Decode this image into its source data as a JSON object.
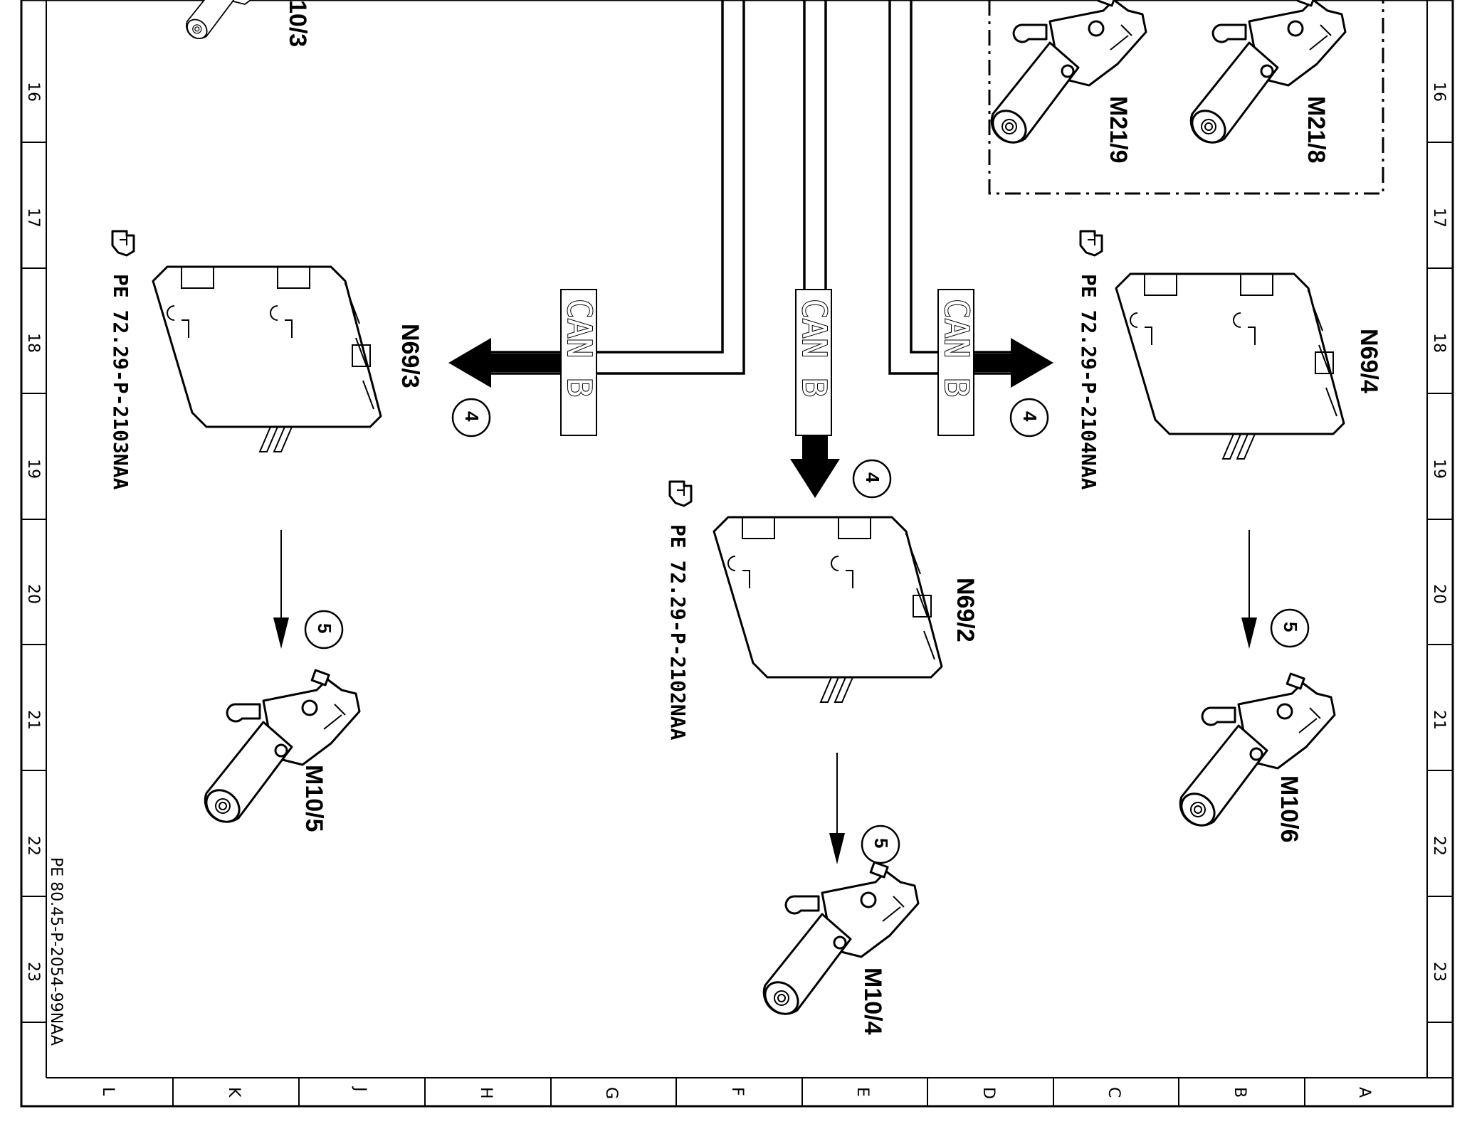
{
  "grid": {
    "side_rows": [
      "16",
      "17",
      "18",
      "19",
      "20",
      "21",
      "22",
      "23"
    ],
    "bottom_cols": [
      "L",
      "K",
      "J",
      "H",
      "G",
      "F",
      "E",
      "D",
      "C",
      "B",
      "A"
    ]
  },
  "components": {
    "n69_3": {
      "label": "N69/3",
      "ref": "PE 72.29-P-2103NAA"
    },
    "n69_2": {
      "label": "N69/2",
      "ref": "PE 72.29-P-2102NAA"
    },
    "n69_4": {
      "label": "N69/4",
      "ref": "PE 72.29-P-2104NAA"
    },
    "m10_3": {
      "label": "10/3"
    },
    "m10_5": {
      "label": "M10/5"
    },
    "m10_4": {
      "label": "M10/4"
    },
    "m10_6": {
      "label": "M10/6"
    },
    "m21_9": {
      "label": "M21/9"
    },
    "m21_8": {
      "label": "M21/8"
    }
  },
  "bus": {
    "label": "CAN B"
  },
  "callouts": {
    "can": "4",
    "motor": "5"
  },
  "footer": {
    "doc_ref": "PE 80.45-P-2054-99NAA"
  }
}
